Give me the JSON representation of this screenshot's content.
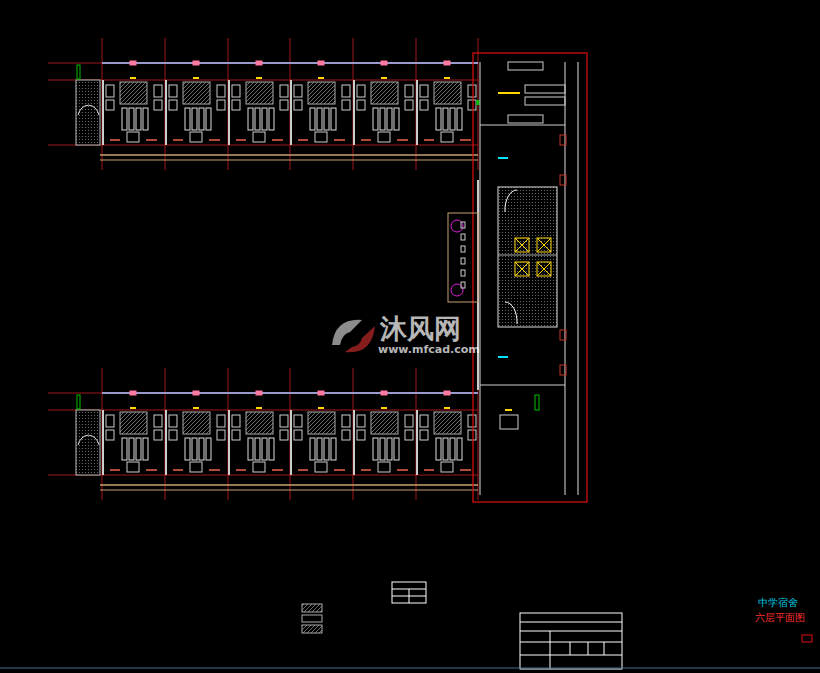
{
  "diagram": {
    "labels": [
      "沐风网",
      "www.mfcad.com",
      "中学宿舍",
      "六层平面图"
    ]
  }
}
